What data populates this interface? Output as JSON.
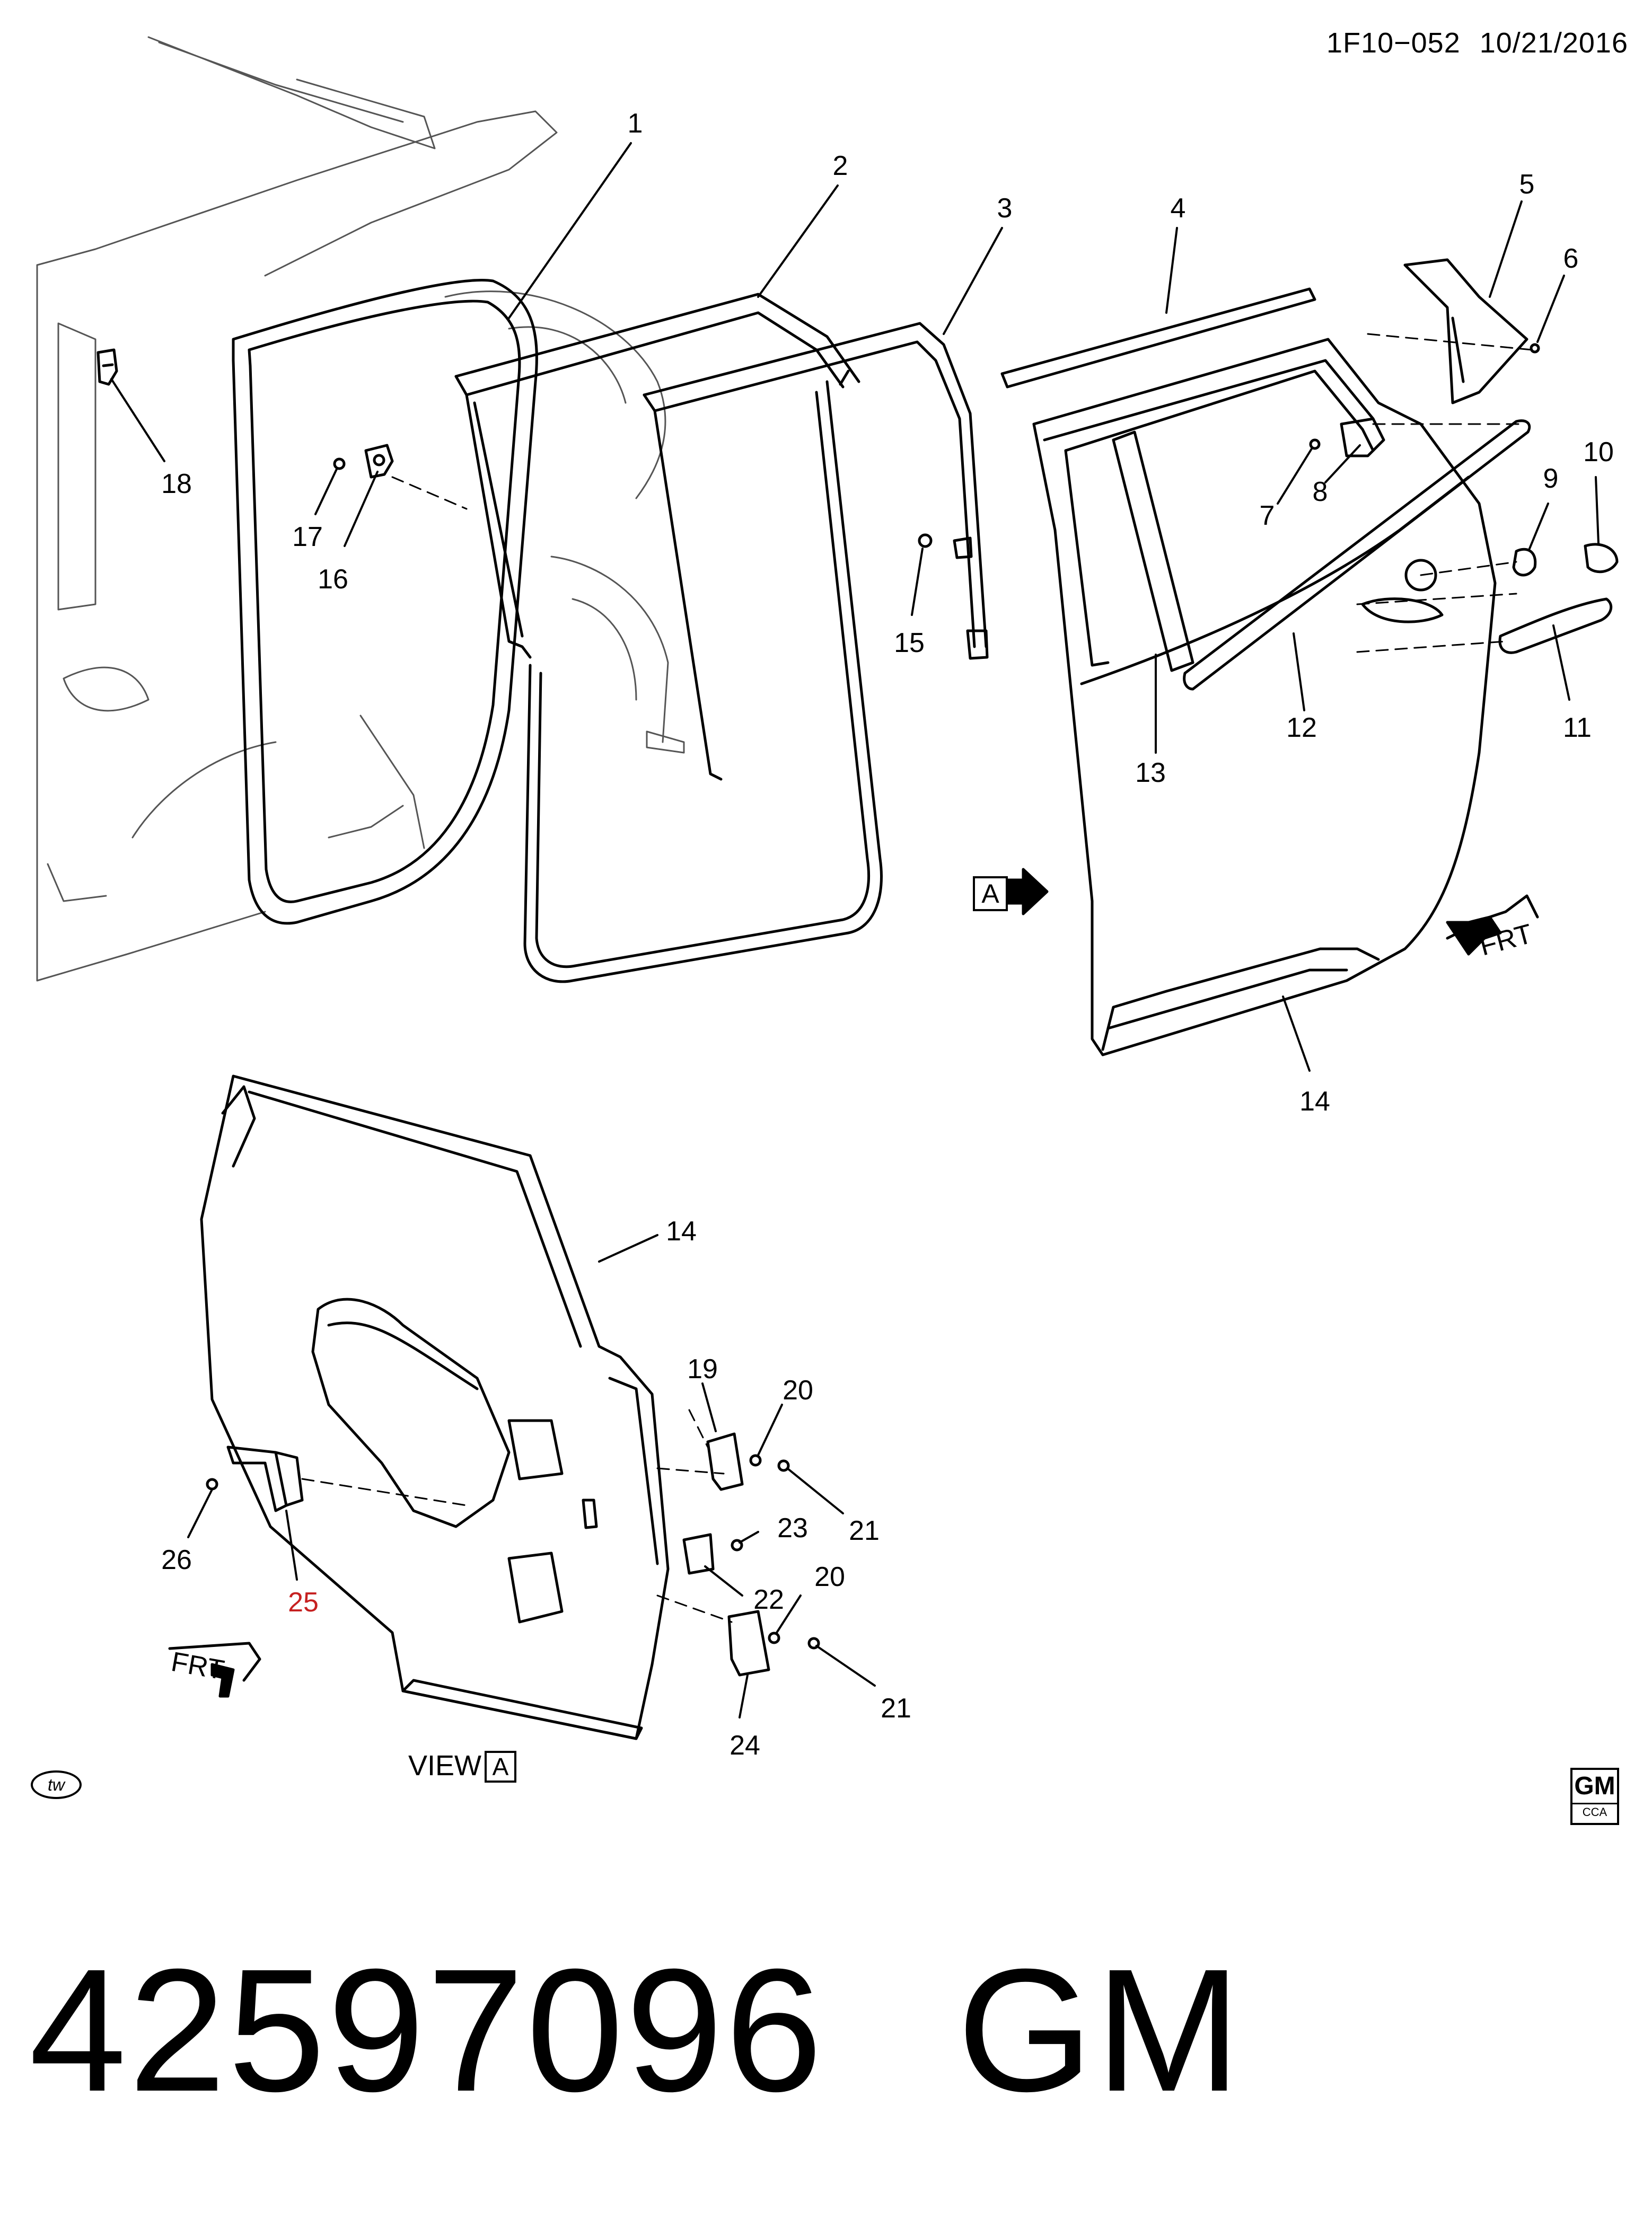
{
  "header": {
    "code": "1F10−052",
    "date": "10/21/2016"
  },
  "callouts": [
    {
      "id": "c1",
      "text": "1"
    },
    {
      "id": "c2",
      "text": "2"
    },
    {
      "id": "c3",
      "text": "3"
    },
    {
      "id": "c4",
      "text": "4"
    },
    {
      "id": "c5",
      "text": "5"
    },
    {
      "id": "c6",
      "text": "6"
    },
    {
      "id": "c7",
      "text": "7"
    },
    {
      "id": "c8",
      "text": "8"
    },
    {
      "id": "c9",
      "text": "9"
    },
    {
      "id": "c10",
      "text": "10"
    },
    {
      "id": "c11",
      "text": "11"
    },
    {
      "id": "c12",
      "text": "12"
    },
    {
      "id": "c13",
      "text": "13"
    },
    {
      "id": "c14a",
      "text": "14"
    },
    {
      "id": "c14b",
      "text": "14"
    },
    {
      "id": "c15",
      "text": "15"
    },
    {
      "id": "c16",
      "text": "16"
    },
    {
      "id": "c17",
      "text": "17"
    },
    {
      "id": "c18",
      "text": "18"
    },
    {
      "id": "c19",
      "text": "19"
    },
    {
      "id": "c20a",
      "text": "20"
    },
    {
      "id": "c20b",
      "text": "20"
    },
    {
      "id": "c21a",
      "text": "21"
    },
    {
      "id": "c21b",
      "text": "21"
    },
    {
      "id": "c22",
      "text": "22"
    },
    {
      "id": "c23",
      "text": "23"
    },
    {
      "id": "c24",
      "text": "24"
    },
    {
      "id": "c25",
      "text": "25"
    },
    {
      "id": "c26",
      "text": "26"
    }
  ],
  "view_ref": "A",
  "view_label": {
    "text": "VIEW",
    "ref": "A"
  },
  "frt_label": "FRT",
  "tw_badge": "tw",
  "gm_logo": {
    "brand": "GM",
    "sub": "CCA"
  },
  "footer": {
    "part_number": "42597096",
    "brand": "GM"
  },
  "colors": {
    "line": "#000000",
    "highlight": "#c62020"
  }
}
